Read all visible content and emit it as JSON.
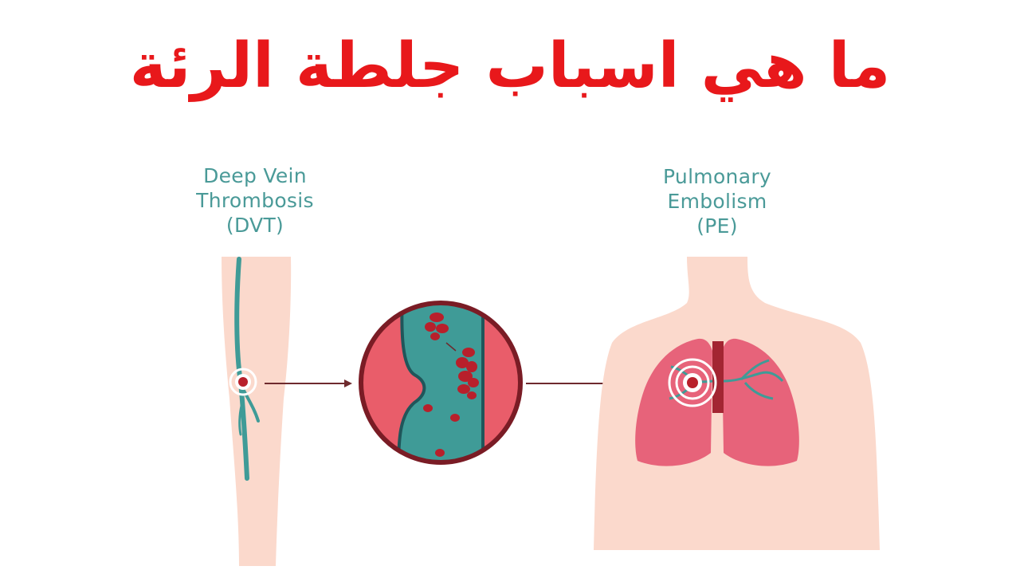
{
  "headline": {
    "text": "ما هي اسباب جلطة الرئة",
    "color": "#e8181b"
  },
  "dvt_label": {
    "line1": "Deep Vein",
    "line2": "Thrombosis",
    "line3": "(DVT)"
  },
  "pe_label": {
    "line1": "Pulmonary",
    "line2": "Embolism",
    "line3": "(PE)"
  },
  "colors": {
    "label_text": "#4a9a98",
    "skin": "#fbd9cc",
    "vein": "#3f9b97",
    "vein_dark": "#20565a",
    "blood": "#e95d6a",
    "clot": "#b8202b",
    "circle_rim": "#7a1c25",
    "lung": "#e7637a",
    "lung_outline": "#f4a0ab",
    "trachea": "#a32532",
    "arrow": "#6e2a2e"
  },
  "icons": {
    "clot_marker_leg": "target-rings-icon",
    "clot_marker_lung": "target-rings-icon",
    "arrow_1": "arrow-right-icon",
    "arrow_2": "arrow-right-icon"
  }
}
